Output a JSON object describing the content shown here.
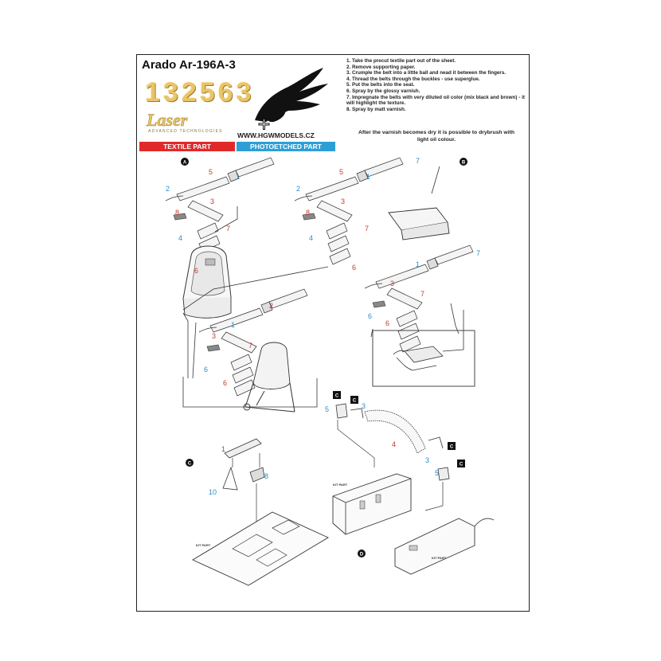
{
  "header": {
    "title": "Arado Ar-196A-3",
    "product_number": "132563",
    "brand_logo": "Laser",
    "brand_tagline": "ADVANCED TECHNOLOGIES",
    "website": "WWW.HGWMODELS.CZ",
    "logo_icon": "eagle-with-cross-icon"
  },
  "bands": {
    "textile": {
      "label": "TEXTILE PART",
      "color": "#e02a2a"
    },
    "photoetched": {
      "label": "PHOTOETCHED PART",
      "color": "#2e9fd6"
    }
  },
  "instructions": [
    "1. Take the precut textile part out of the sheet.",
    "2. Remove supporting paper.",
    "3. Crumple the belt into a little ball and nead it between the fingers.",
    "4. Thread the belts through the buckles - use superglue.",
    "5. Put the belts into the seat.",
    "6. Spray by the glossy varnish.",
    "7. Impregnate the belts with very diluted oil color (mix black and brown) - it will highlight the texture.",
    "8. Spray by matt varnish."
  ],
  "note": "After the varnish becomes dry it is possible to drybrush with light oil colour.",
  "sections": {
    "a": "A",
    "b": "B",
    "c": "C",
    "d": "D"
  },
  "captions": {
    "kit_part": "KIT PART"
  },
  "callouts": {
    "n1": "1",
    "n2": "2",
    "n3": "3",
    "n4": "4",
    "n5": "5",
    "n6": "6",
    "n7": "7",
    "n8": "8",
    "n10": "10"
  },
  "colors": {
    "textile": "#c8372d",
    "photoetched": "#2b8fc9",
    "gold": "#e9c46a"
  }
}
